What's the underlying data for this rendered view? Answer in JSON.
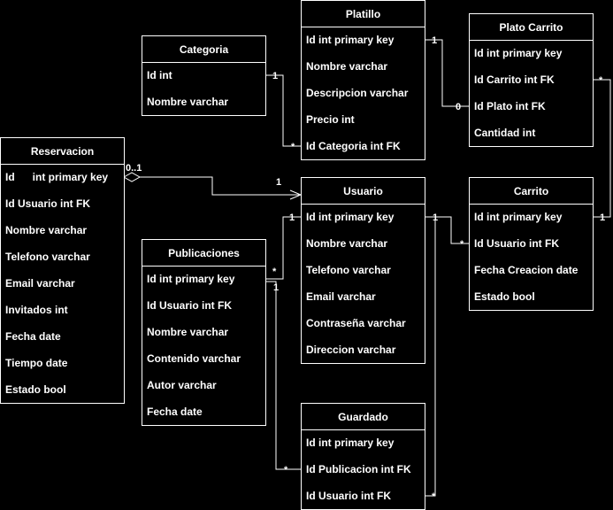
{
  "colors": {
    "background": "#000000",
    "line": "#ffffff",
    "text": "#ffffff"
  },
  "entities": {
    "platillo": {
      "title": "Platillo",
      "attributes": [
        "Id int primary key",
        "Nombre varchar",
        "Descripcion varchar",
        "Precio int",
        "Id Categoria int FK"
      ]
    },
    "plato_carrito": {
      "title": "Plato Carrito",
      "attributes": [
        "Id int primary key",
        "Id Carrito int FK",
        "Id Plato int FK",
        "Cantidad int"
      ]
    },
    "categoria": {
      "title": "Categoria",
      "attributes": [
        "Id int",
        "Nombre varchar"
      ]
    },
    "reservacion": {
      "title": "Reservacion",
      "attributes": [
        "Id      int primary key",
        "Id Usuario int FK",
        "Nombre varchar",
        "Telefono varchar",
        "Email varchar",
        "Invitados int",
        "Fecha date",
        "Tiempo date",
        "Estado bool"
      ]
    },
    "usuario": {
      "title": "Usuario",
      "attributes": [
        "Id int primary key",
        "Nombre varchar",
        "Telefono varchar",
        "Email varchar",
        "Contraseña varchar",
        "Direccion varchar"
      ]
    },
    "carrito": {
      "title": "Carrito",
      "attributes": [
        "Id int primary key",
        "Id Usuario int FK",
        "Fecha Creacion date",
        "Estado bool"
      ]
    },
    "publicaciones": {
      "title": "Publicaciones",
      "attributes": [
        "Id int primary key",
        "Id Usuario int FK",
        "Nombre varchar",
        "Contenido varchar",
        "Autor varchar",
        "Fecha date"
      ]
    },
    "guardado": {
      "title": "Guardado",
      "attributes": [
        "Id int primary key",
        "Id Publicacion int FK",
        "Id Usuario int FK"
      ]
    }
  },
  "relationships": [
    {
      "id": "categoria-platillo",
      "from_card": "1",
      "to_card": "*"
    },
    {
      "id": "platillo-platocarrito",
      "from_card": "1",
      "to_card": "0"
    },
    {
      "id": "platocarrito-carrito",
      "from_card": "*",
      "to_card": "1"
    },
    {
      "id": "reservacion-usuario",
      "from_card": "0..1",
      "to_card": "1"
    },
    {
      "id": "usuario-carrito",
      "from_card": "1",
      "to_card": "*"
    },
    {
      "id": "usuario-publicaciones",
      "from_card": "1",
      "to_card": "*"
    },
    {
      "id": "publicaciones-guardado",
      "from_card": "1",
      "to_card": "*"
    },
    {
      "id": "usuario-guardado",
      "from_card": "",
      "to_card": "*"
    }
  ]
}
